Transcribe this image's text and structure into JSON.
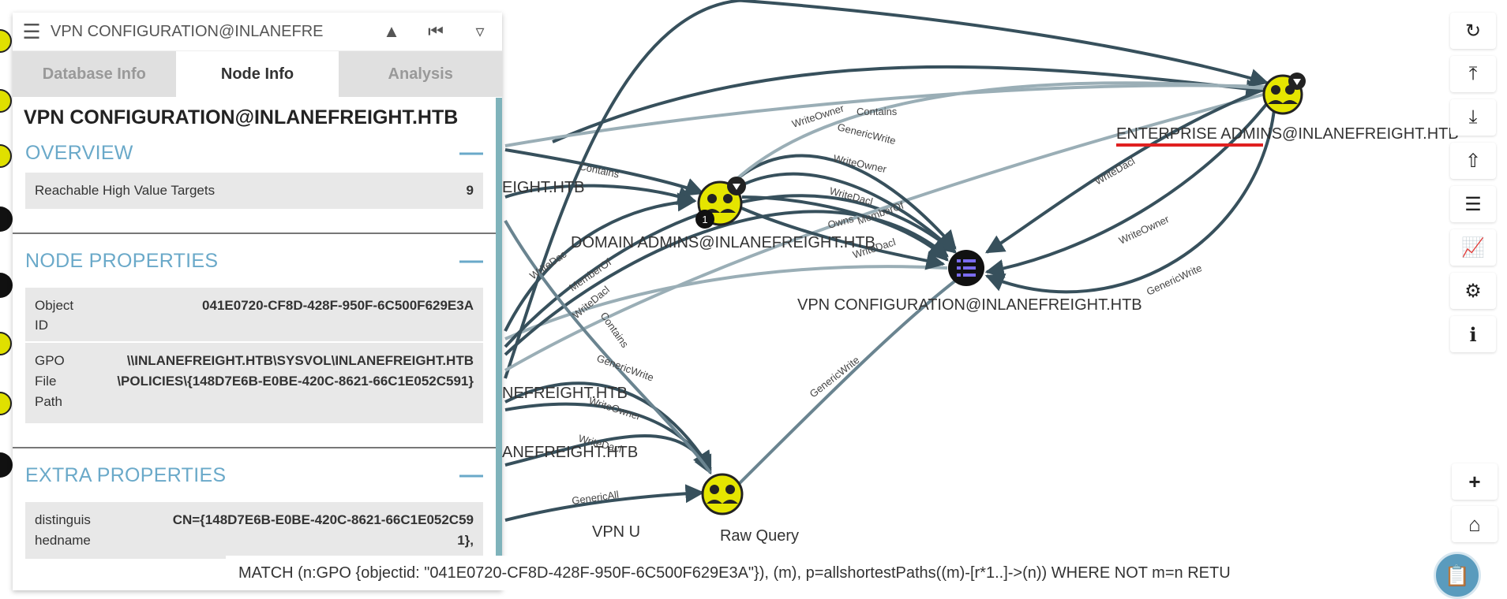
{
  "search": {
    "value": "VPN CONFIGURATION@INLANEFRE"
  },
  "tabs": [
    {
      "label": "Database Info"
    },
    {
      "label": "Node Info"
    },
    {
      "label": "Analysis"
    }
  ],
  "node": {
    "title": "VPN CONFIGURATION@INLANEFREIGHT.HTB"
  },
  "overview": {
    "title": "OVERVIEW",
    "rows": [
      {
        "label": "Reachable High Value Targets",
        "value": "9"
      }
    ]
  },
  "node_properties": {
    "title": "NODE PROPERTIES",
    "object_id": {
      "label": "Object ID",
      "value": "041E0720-CF8D-428F-950F-6C500F629E3A"
    },
    "gpo_path": {
      "label": "GPO File Path",
      "value": "\\\\INLANEFREIGHT.HTB\\SYSVOL\\INLANEFREIGHT.HTB\\POLICIES\\{148D7E6B-E0BE-420C-8621-66C1E052C591}"
    }
  },
  "extra_properties": {
    "title": "EXTRA PROPERTIES",
    "dn": {
      "label": "distinguishedname",
      "value": "CN={148D7E6B-E0BE-420C-8621-66C1E052C591},"
    }
  },
  "graph": {
    "nodes": {
      "enterprise_admins": "ENTERPRISE ADMINS@INLANEFREIGHT.HTB",
      "domain_admins": "DOMAIN ADMINS@INLANEFREIGHT.HTB",
      "vpn_configuration": "VPN CONFIGURATION@INLANEFREIGHT.HTB",
      "partial_1": "EIGHT.HTB",
      "partial_2": "NEFREIGHT.HTB",
      "partial_3": "ANEFREIGHT.HTB",
      "partial_4": "VPN U"
    },
    "edges": {
      "writeowner": "WriteOwner",
      "contains": "Contains",
      "genericwrite": "GenericWrite",
      "writedacl": "WriteDacl",
      "owns": "Owns",
      "memberof": "MemberOf",
      "genericall": "GenericAll",
      "writedacl_short": "WriteDac"
    },
    "badge": "1"
  },
  "raw_query": {
    "label": "Raw Query",
    "value": "MATCH (n:GPO {objectid: \"041E0720-CF8D-428F-950F-6C500F629E3A\"}), (m), p=allshortestPaths((m)-[r*1..]->(n)) WHERE NOT m=n RETU"
  }
}
